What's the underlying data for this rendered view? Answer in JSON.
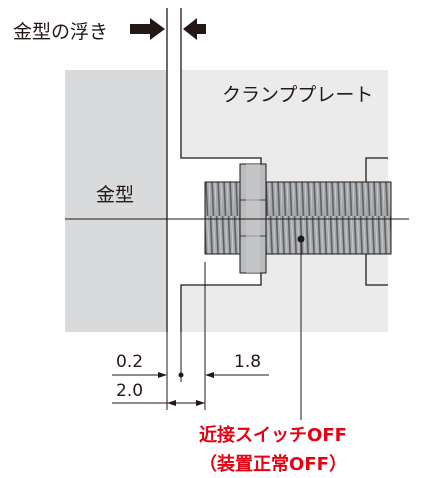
{
  "labels": {
    "mold_float": "金型の浮き",
    "clamp_plate": "クランププレート",
    "mold": "金型",
    "dim_0_2": "0.2",
    "dim_1_8": "1.8",
    "dim_2_0": "2.0",
    "switch_line1": "近接スイッチOFF",
    "switch_line2": "（装置正常OFF）"
  },
  "colors": {
    "mold_fill": "#d9dadb",
    "plate_fill": "#ebebeb",
    "thread": "#9ea1a4",
    "thread_dark": "#6c6f72",
    "nut": "#b9bcbf",
    "line": "#231815",
    "accent": "#e60012"
  }
}
